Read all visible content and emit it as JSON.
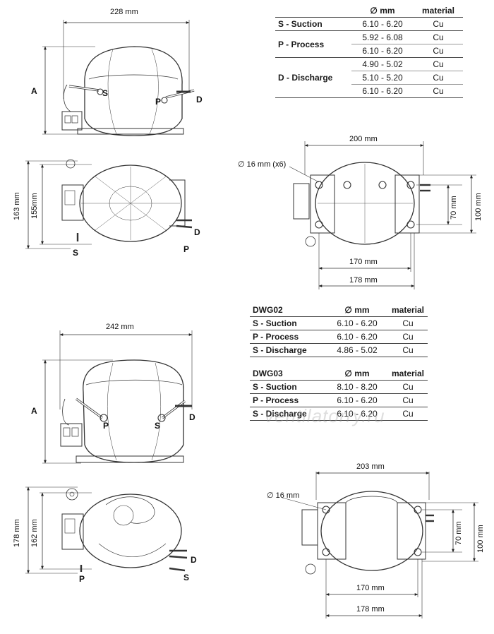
{
  "table1": {
    "header": {
      "col_diameter": "∅ mm",
      "col_material": "material"
    },
    "rows": [
      {
        "label": "S - Suction",
        "values": [
          {
            "d": "6.10 - 6.20",
            "m": "Cu"
          }
        ]
      },
      {
        "label": "P - Process",
        "values": [
          {
            "d": "5.92 - 6.08",
            "m": "Cu"
          },
          {
            "d": "6.10 - 6.20",
            "m": "Cu"
          }
        ]
      },
      {
        "label": "D - Discharge",
        "values": [
          {
            "d": "4.90 - 5.02",
            "m": "Cu"
          },
          {
            "d": "5.10 - 5.20",
            "m": "Cu"
          },
          {
            "d": "6.10 - 6.20",
            "m": "Cu"
          }
        ]
      }
    ]
  },
  "table2": {
    "title": "DWG02",
    "col_diameter": "∅ mm",
    "col_material": "material",
    "rows": [
      {
        "label": "S - Suction",
        "d": "6.10 - 6.20",
        "m": "Cu"
      },
      {
        "label": "P - Process",
        "d": "6.10 - 6.20",
        "m": "Cu"
      },
      {
        "label": "S - Discharge",
        "d": "4.86 - 5.02",
        "m": "Cu"
      }
    ]
  },
  "table3": {
    "title": "DWG03",
    "col_diameter": "∅ mm",
    "col_material": "material",
    "rows": [
      {
        "label": "S - Suction",
        "d": "8.10 - 8.20",
        "m": "Cu"
      },
      {
        "label": "P - Process",
        "d": "6.10 - 6.20",
        "m": "Cu"
      },
      {
        "label": "S - Discharge",
        "d": "6.10 - 6.20",
        "m": "Cu"
      }
    ]
  },
  "drawing1": {
    "width": "228 mm",
    "height_label": "A",
    "pin_s": "S",
    "pin_p": "P",
    "pin_d": "D"
  },
  "drawing2": {
    "outer_height": "163 mm",
    "inner_height": "155mm",
    "pin_s": "S",
    "pin_p": "P",
    "pin_d": "D"
  },
  "drawing3": {
    "width": "200 mm",
    "holes": "∅ 16 mm (x6)",
    "inner_width": "170 mm",
    "outer_width": "178 mm",
    "inner_height": "70 mm",
    "outer_height": "100 mm"
  },
  "drawing4": {
    "width": "242 mm",
    "height_label": "A",
    "pin_p": "P",
    "pin_s": "S",
    "pin_d": "D"
  },
  "drawing5": {
    "outer_height": "178 mm",
    "inner_height": "162 mm",
    "pin_p": "P",
    "pin_s": "S",
    "pin_d": "D"
  },
  "drawing6": {
    "width": "203 mm",
    "holes": "∅ 16 mm",
    "inner_width": "170 mm",
    "outer_width": "178 mm",
    "inner_height": "70 mm",
    "outer_height": "100 mm"
  },
  "watermark": "ventilatorry.ru"
}
